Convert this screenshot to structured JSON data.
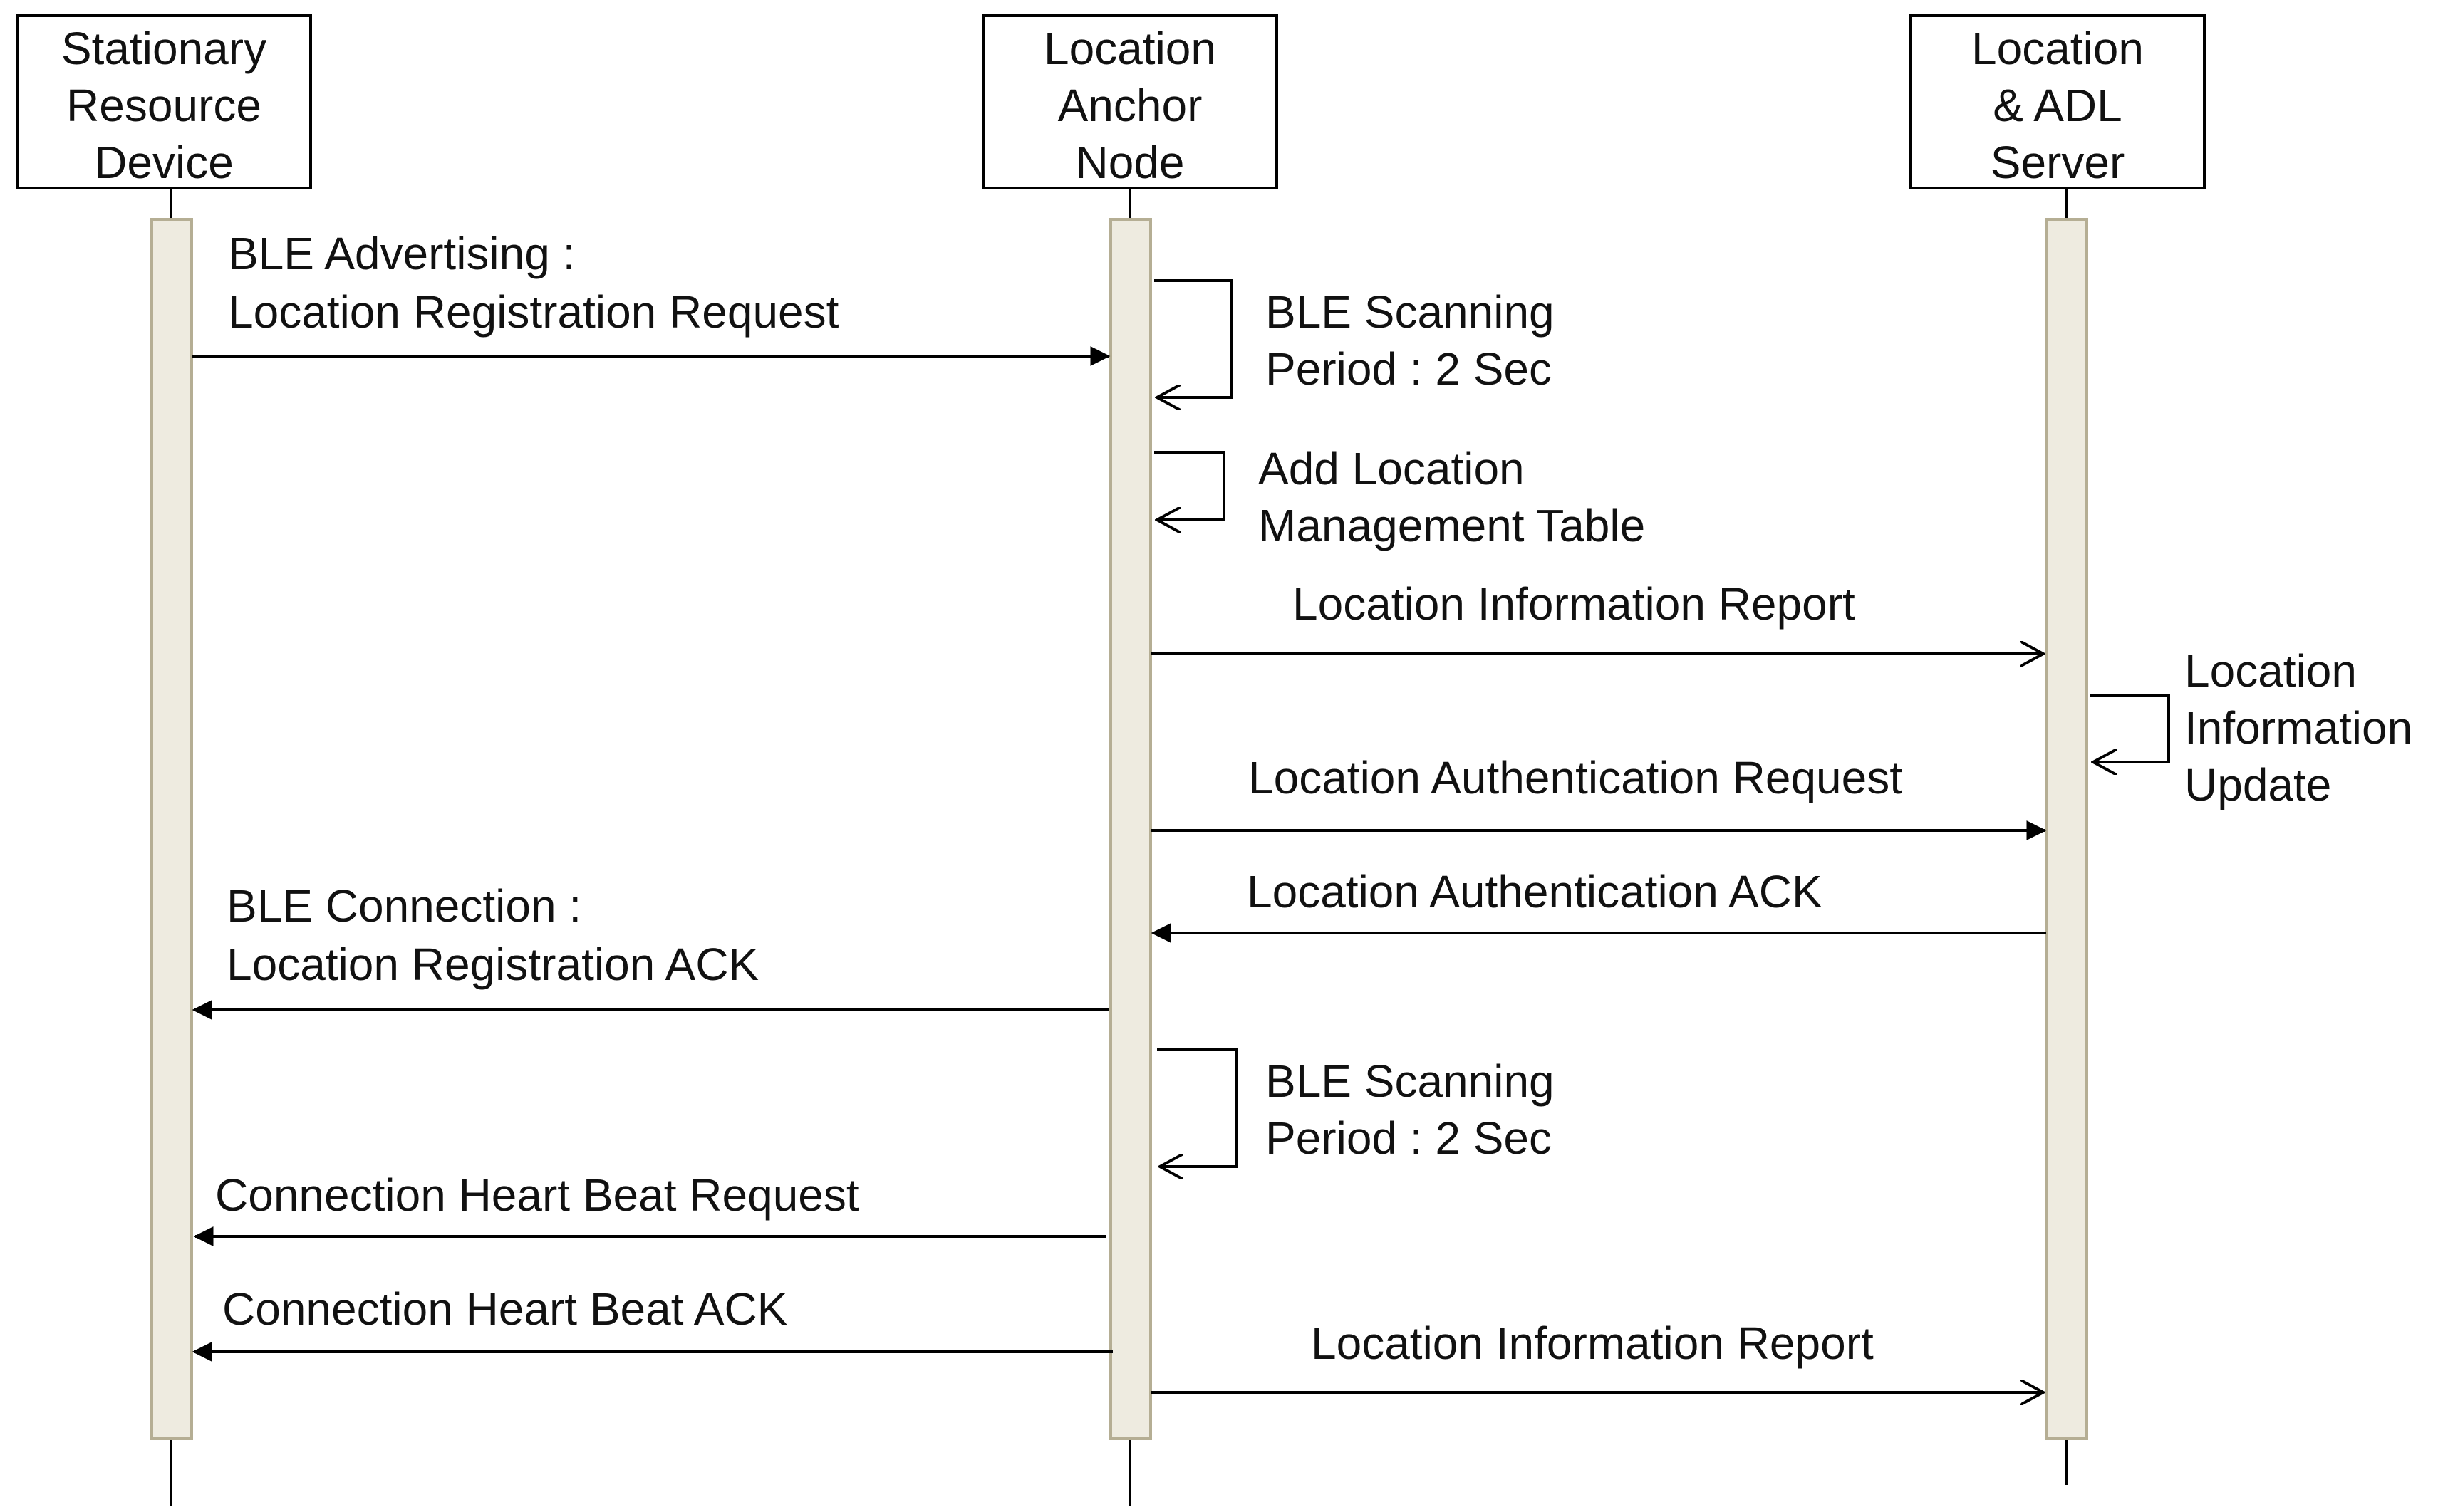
{
  "participants": [
    {
      "id": "srd",
      "lines": [
        "Stationary",
        "Resource",
        "Device"
      ]
    },
    {
      "id": "lan",
      "lines": [
        "Location",
        "Anchor",
        "Node"
      ]
    },
    {
      "id": "server",
      "lines": [
        "Location",
        "& ADL",
        "Server"
      ]
    }
  ],
  "messages": [
    {
      "from": "srd",
      "to": "lan",
      "head": "filled",
      "lines": [
        "BLE Advertising :",
        "Location Registration Request"
      ]
    },
    {
      "self": "lan",
      "lines": [
        "BLE Scanning",
        "Period : 2 Sec"
      ]
    },
    {
      "self": "lan",
      "lines": [
        "Add Location",
        "Management Table"
      ]
    },
    {
      "from": "lan",
      "to": "server",
      "head": "open",
      "lines": [
        "Location Information Report"
      ]
    },
    {
      "self": "server",
      "lines": [
        "Location",
        "Information",
        "Update"
      ]
    },
    {
      "from": "lan",
      "to": "server",
      "head": "filled",
      "lines": [
        "Location Authentication Request"
      ]
    },
    {
      "from": "server",
      "to": "lan",
      "head": "filled",
      "lines": [
        "Location Authentication ACK"
      ]
    },
    {
      "from": "lan",
      "to": "srd",
      "head": "filled",
      "lines": [
        "BLE Connection :",
        "Location Registration ACK"
      ]
    },
    {
      "self": "lan",
      "lines": [
        "BLE Scanning",
        "Period : 2 Sec"
      ]
    },
    {
      "from": "lan",
      "to": "srd",
      "head": "filled",
      "lines": [
        "Connection Heart Beat Request"
      ]
    },
    {
      "from": "lan",
      "to": "srd",
      "head": "filled",
      "lines": [
        "Connection Heart Beat ACK"
      ]
    },
    {
      "from": "lan",
      "to": "server",
      "head": "open",
      "lines": [
        "Location Information Report"
      ]
    }
  ],
  "colors": {
    "activation_fill": "#eeebe0",
    "activation_stroke": "#b5ae94",
    "line": "#000000",
    "box_stroke": "#000000"
  }
}
